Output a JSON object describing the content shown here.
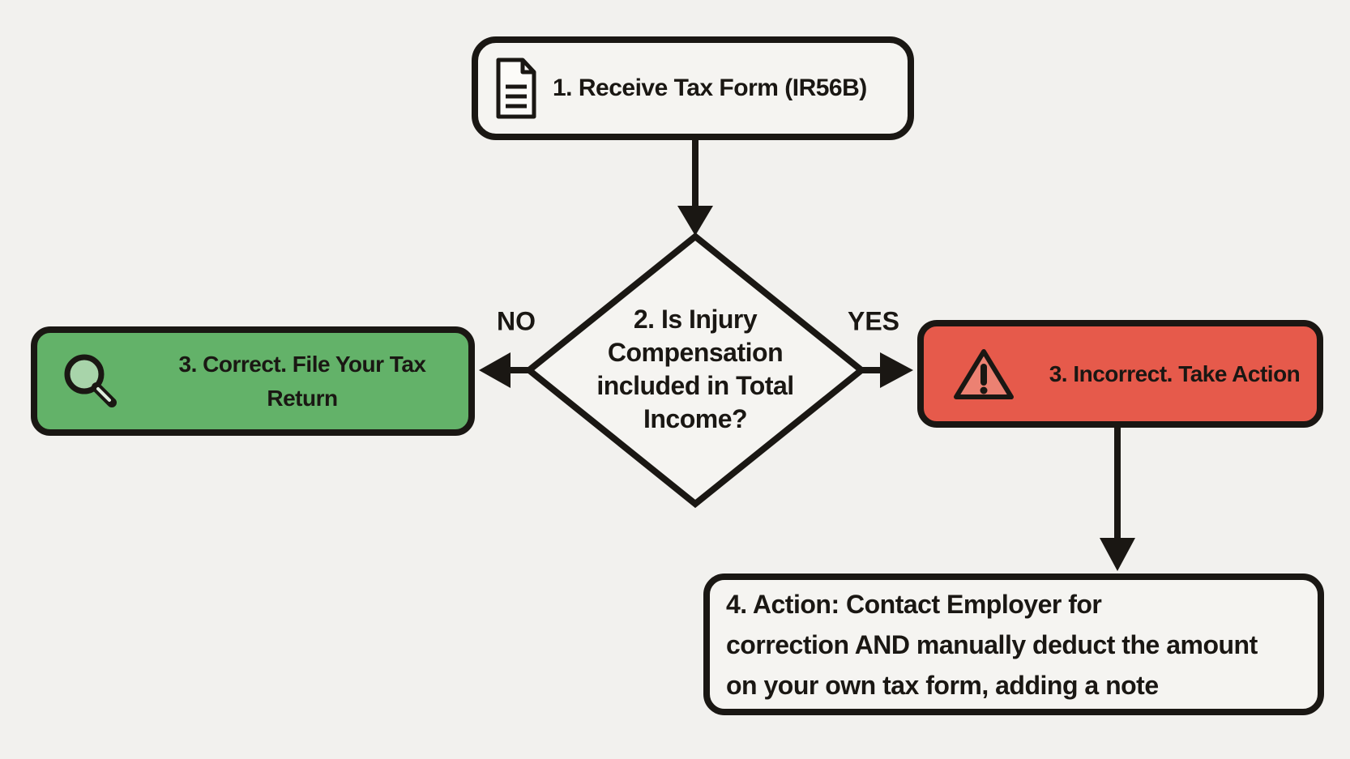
{
  "colors": {
    "background": "#f2f1ee",
    "node_fill": "#f5f4f1",
    "ink": "#1a1713",
    "green": "#63b269",
    "green_lens": "#a8d4aa",
    "red": "#e65a4b",
    "warning_fill": "#ec8172"
  },
  "flowchart": {
    "step1": {
      "label": "1. Receive Tax Form (IR56B)",
      "icon": "document-icon"
    },
    "decision": {
      "label": "2. Is Injury Compensation included in Total Income?",
      "lines": [
        "2. Is Injury",
        "Compensation",
        "included in Total",
        "Income?"
      ]
    },
    "branch_no": {
      "label": "NO"
    },
    "branch_yes": {
      "label": "YES"
    },
    "step3_correct": {
      "label": "3. Correct. File Your Tax Return",
      "lines": [
        "3. Correct. File Your Tax",
        "Return"
      ],
      "icon": "magnifier-icon"
    },
    "step3_incorrect": {
      "label": "3. Incorrect. Take Action",
      "icon": "warning-icon"
    },
    "step4": {
      "label": "4. Action: Contact Employer for correction AND manually deduct the amount on your own tax form, adding a note",
      "lines": [
        "4. Action: Contact Employer for",
        "correction AND manually deduct the amount",
        "on your own tax form, adding a note"
      ]
    }
  }
}
